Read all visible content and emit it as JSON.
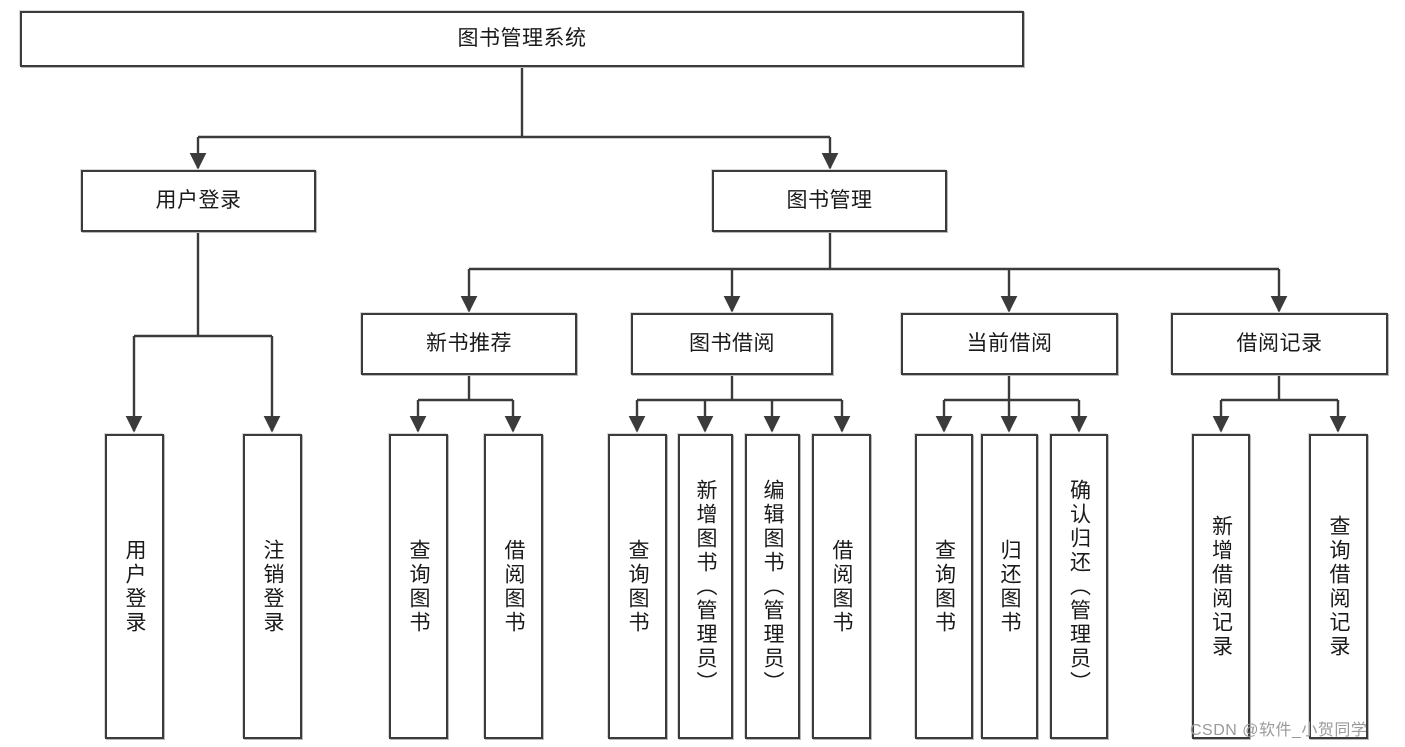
{
  "diagram": {
    "title": "图书管理系统",
    "type": "tree",
    "colors": {
      "background": "#ffffff",
      "box_border": "#3b3b3b",
      "box_fill": "#ffffff",
      "edge": "#3b3b3b",
      "text": "#1a1a1a",
      "watermark": "#9a9a9a"
    },
    "watermark": "CSDN @软件_小贺同学",
    "levels": {
      "root": {
        "label": "图书管理系统"
      },
      "level2": [
        {
          "label": "用户登录"
        },
        {
          "label": "图书管理"
        }
      ],
      "level3": [
        {
          "label": "新书推荐"
        },
        {
          "label": "图书借阅"
        },
        {
          "label": "当前借阅"
        },
        {
          "label": "借阅记录"
        }
      ],
      "leaves": {
        "user_login": [
          {
            "label": "用户登录"
          },
          {
            "label": "注销登录"
          }
        ],
        "new_book_recommend": [
          {
            "label": "查询图书"
          },
          {
            "label": "借阅图书"
          }
        ],
        "book_borrow": [
          {
            "label": "查询图书"
          },
          {
            "label": "新增图书（管理员）"
          },
          {
            "label": "编辑图书（管理员）"
          },
          {
            "label": "借阅图书"
          }
        ],
        "current_borrow": [
          {
            "label": "查询图书"
          },
          {
            "label": "归还图书"
          },
          {
            "label": "确认归还（管理员）"
          }
        ],
        "borrow_record": [
          {
            "label": "新增借阅记录"
          },
          {
            "label": "查询借阅记录"
          }
        ]
      }
    }
  }
}
